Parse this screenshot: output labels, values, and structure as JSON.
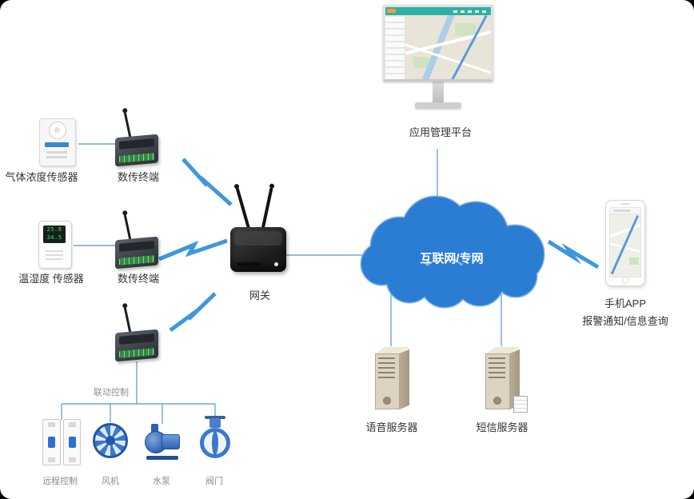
{
  "platform": {
    "label": "应用管理平台"
  },
  "cloud": {
    "label": "互联网/专网"
  },
  "gateway": {
    "label": "网关"
  },
  "phone": {
    "line1": "手机APP",
    "line2": "报警通知/信息查询"
  },
  "servers": {
    "voice_label": "语音服务器",
    "sms_label": "短信服务器"
  },
  "sensors": {
    "gas_label": "气体浓度传感器",
    "dtu1_label": "数传终端",
    "temp_label": "温湿度 传感器",
    "dtu2_label": "数传终端",
    "lcd_line1": "25.8",
    "lcd_line2": "34.5"
  },
  "linkage": {
    "label": "联动控制",
    "devices": [
      {
        "label": "远程控制"
      },
      {
        "label": "风机"
      },
      {
        "label": "水泵"
      },
      {
        "label": "阀门"
      }
    ]
  },
  "colors": {
    "cloud_fill": "#2b7cd3",
    "cloud_stroke": "#7fb2e5",
    "bolt": "#3f97dd",
    "line": "#6fa3d8"
  }
}
